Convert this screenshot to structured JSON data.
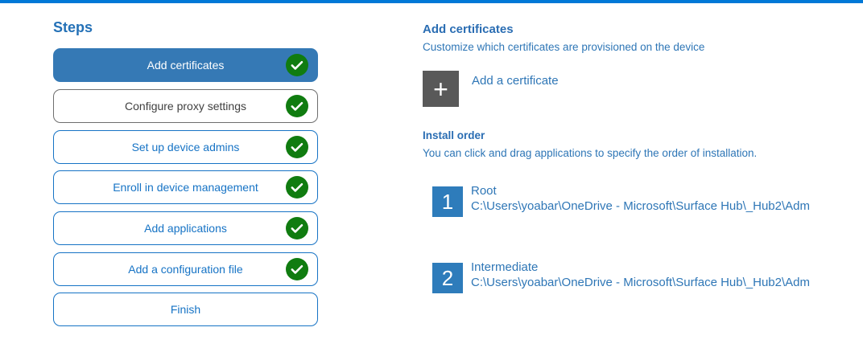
{
  "colors": {
    "accent_top_bar": "#0078D7",
    "selected_step_fill": "#3579B5",
    "step_border_blue": "#1673C5",
    "check_green": "#107C10",
    "plus_tile_gray": "#595959",
    "number_tile_blue": "#2E7CBB",
    "heading_blue": "#2A6DB3",
    "body_text_blue": "#2E76B6"
  },
  "steps_panel": {
    "title": "Steps",
    "items": [
      {
        "label": "Add certificates",
        "state": "selected",
        "checked": true
      },
      {
        "label": "Configure proxy settings",
        "state": "neutral",
        "checked": true
      },
      {
        "label": "Set up device admins",
        "state": "normal",
        "checked": true
      },
      {
        "label": "Enroll in device management",
        "state": "normal",
        "checked": true
      },
      {
        "label": "Add applications",
        "state": "normal",
        "checked": true
      },
      {
        "label": "Add a configuration file",
        "state": "normal",
        "checked": true
      },
      {
        "label": "Finish",
        "state": "normal",
        "checked": false
      }
    ]
  },
  "content": {
    "title": "Add certificates",
    "subtitle": "Customize which certificates are provisioned on the device",
    "add_button": {
      "icon": "plus-icon",
      "glyph": "+",
      "label": "Add a certificate"
    },
    "install_order": {
      "title": "Install order",
      "description": "You can click and drag applications to specify the order of installation.",
      "items": [
        {
          "number": "1",
          "name": "Root",
          "path": "C:\\Users\\yoabar\\OneDrive - Microsoft\\Surface Hub\\_Hub2\\Adm"
        },
        {
          "number": "2",
          "name": "Intermediate",
          "path": "C:\\Users\\yoabar\\OneDrive - Microsoft\\Surface Hub\\_Hub2\\Adm"
        }
      ]
    }
  }
}
